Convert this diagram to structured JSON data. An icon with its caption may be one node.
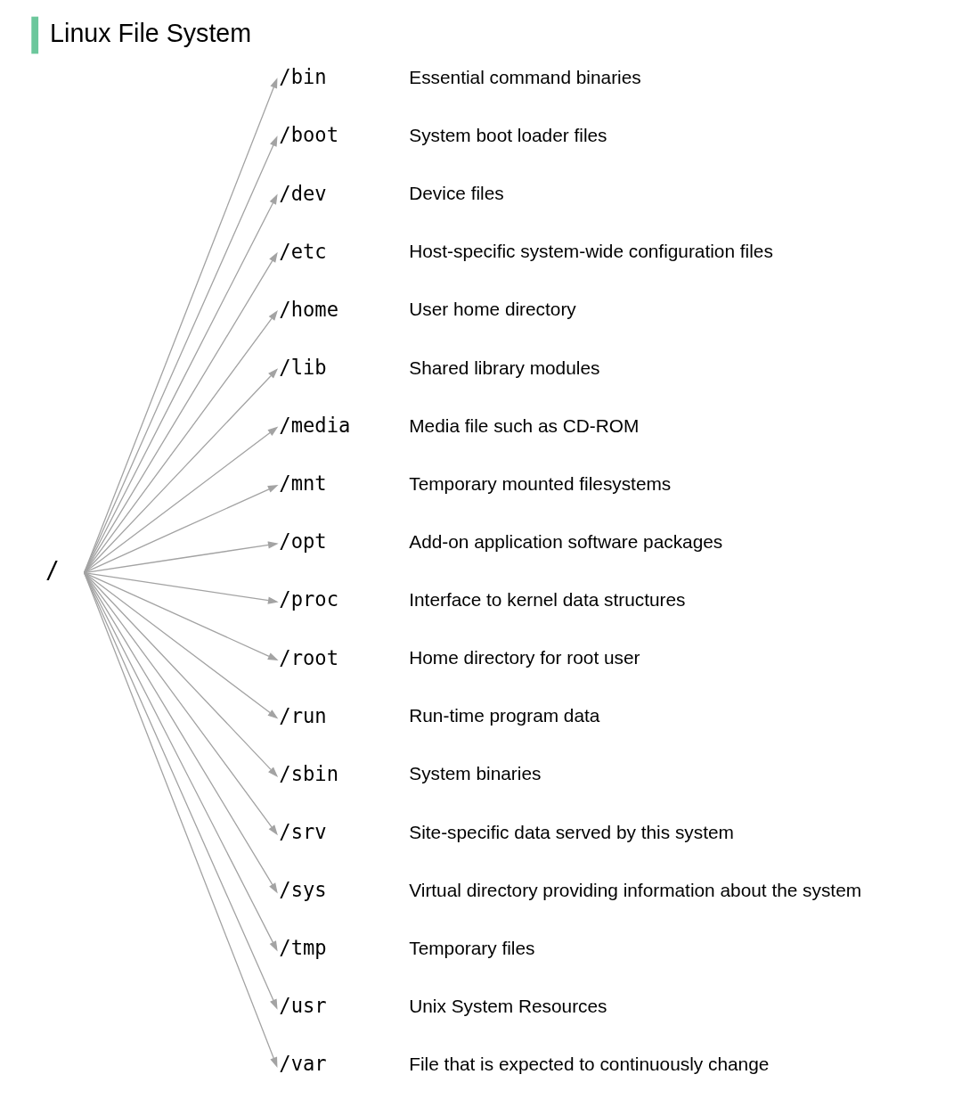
{
  "diagram": {
    "title": "Linux File System",
    "nodes": [
      {
        "text": [
          "/"
        ]
      },
      {
        "text": [
          "/bin"
        ],
        "beside": [
          "Essential command binaries"
        ]
      },
      {
        "text": [
          "/boot"
        ],
        "beside": [
          "System boot loader files"
        ]
      },
      {
        "text": [
          "/dev"
        ],
        "beside": [
          "Device files"
        ]
      },
      {
        "text": [
          "/etc"
        ],
        "beside": [
          "Host-specific system-wide configuration files"
        ]
      },
      {
        "text": [
          "/home"
        ],
        "beside": [
          "User home directory"
        ]
      },
      {
        "text": [
          "/lib"
        ],
        "beside": [
          "Shared library modules"
        ]
      },
      {
        "text": [
          "/media"
        ],
        "beside": [
          "Media file such as CD-ROM"
        ]
      },
      {
        "text": [
          "/mnt"
        ],
        "beside": [
          "Temporary mounted filesystems"
        ]
      },
      {
        "text": [
          "/opt"
        ],
        "beside": [
          "Add-on application software packages"
        ]
      },
      {
        "text": [
          "/proc"
        ],
        "beside": [
          "Interface to kernel data structures"
        ]
      },
      {
        "text": [
          "/root"
        ],
        "beside": [
          "Home directory for root user"
        ]
      },
      {
        "text": [
          "/run"
        ],
        "beside": [
          "Run-time program data"
        ]
      },
      {
        "text": [
          "/sbin"
        ],
        "beside": [
          "System binaries"
        ]
      },
      {
        "text": [
          "/srv"
        ],
        "beside": [
          "Site-specific data served by this system"
        ]
      },
      {
        "text": [
          "/sys"
        ],
        "beside": [
          "Virtual directory providing information about the system"
        ]
      },
      {
        "text": [
          "/tmp"
        ],
        "beside": [
          "Temporary files"
        ]
      },
      {
        "text": [
          "/usr"
        ],
        "beside": [
          "Unix System Resources"
        ]
      },
      {
        "text": [
          "/var"
        ],
        "beside": [
          "File that is expected to continuously change"
        ]
      }
    ],
    "edges": [
      {
        "from": 0,
        "to": 1,
        "arrow": "to"
      },
      {
        "from": 0,
        "to": 2,
        "arrow": "to"
      },
      {
        "from": 0,
        "to": 3,
        "arrow": "to"
      },
      {
        "from": 0,
        "to": 4,
        "arrow": "to"
      },
      {
        "from": 0,
        "to": 5,
        "arrow": "to"
      },
      {
        "from": 0,
        "to": 6,
        "arrow": "to"
      },
      {
        "from": 0,
        "to": 7,
        "arrow": "to"
      },
      {
        "from": 0,
        "to": 8,
        "arrow": "to"
      },
      {
        "from": 0,
        "to": 9,
        "arrow": "to"
      },
      {
        "from": 0,
        "to": 10,
        "arrow": "to"
      },
      {
        "from": 0,
        "to": 11,
        "arrow": "to"
      },
      {
        "from": 0,
        "to": 12,
        "arrow": "to"
      },
      {
        "from": 0,
        "to": 13,
        "arrow": "to"
      },
      {
        "from": 0,
        "to": 14,
        "arrow": "to"
      },
      {
        "from": 0,
        "to": 15,
        "arrow": "to"
      },
      {
        "from": 0,
        "to": 16,
        "arrow": "to"
      },
      {
        "from": 0,
        "to": 17,
        "arrow": "to"
      },
      {
        "from": 0,
        "to": 18,
        "arrow": "to"
      }
    ]
  }
}
